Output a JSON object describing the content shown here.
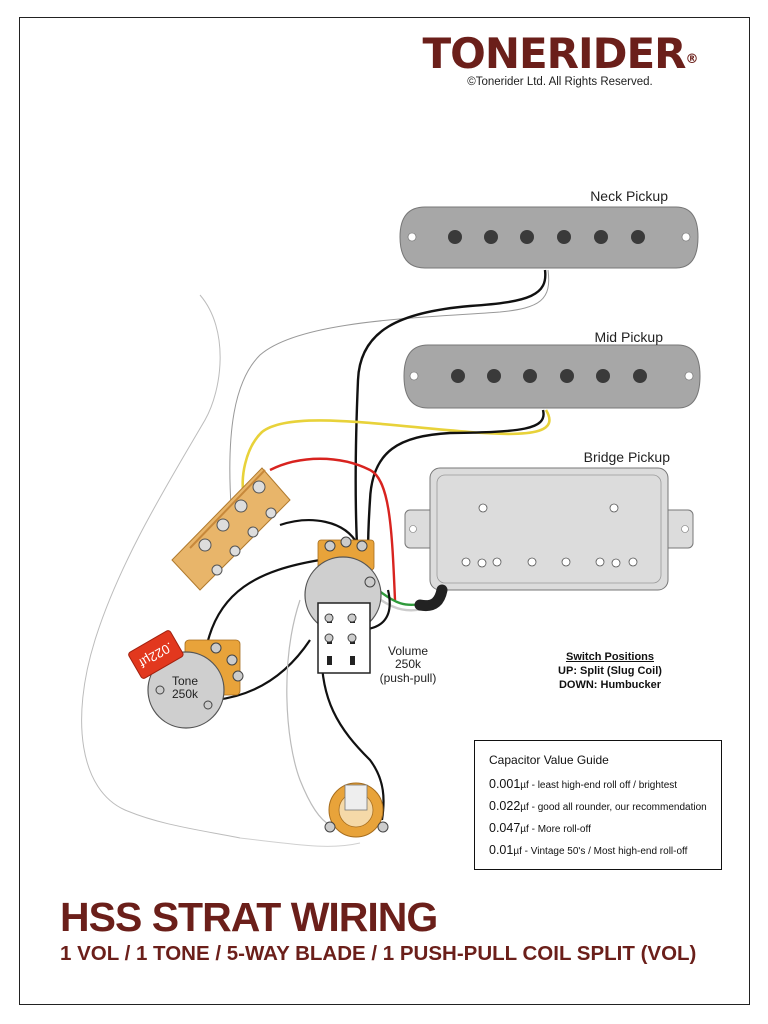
{
  "brand": {
    "name": "TONERIDER",
    "registered": "®",
    "copyright": "©Tonerider Ltd. All Rights Reserved."
  },
  "labels": {
    "neck_pickup": "Neck Pickup",
    "mid_pickup": "Mid Pickup",
    "bridge_pickup": "Bridge Pickup",
    "volume": "Volume",
    "volume_value": "250k",
    "volume_type": "(push-pull)",
    "tone": "Tone",
    "tone_value": "250k",
    "cap_label": ".022µf"
  },
  "switch_positions": {
    "heading": "Switch Positions",
    "up": "UP: Split (Slug Coil)",
    "down": "DOWN: Humbucker"
  },
  "capacitor_guide": {
    "title": "Capacitor Value Guide",
    "rows": [
      {
        "value": "0.001",
        "desc": "µf - least high-end roll off / brightest"
      },
      {
        "value": "0.022",
        "desc": "µf - good all rounder, our recommendation"
      },
      {
        "value": "0.047",
        "desc": "µf - More roll-off"
      },
      {
        "value": "0.01",
        "desc": "µf - Vintage 50's / Most high-end roll-off"
      }
    ]
  },
  "title": "HSS STRAT WIRING",
  "subtitle": "1 VOL / 1 TONE / 5-WAY BLADE / 1 PUSH-PULL COIL SPLIT (VOL)",
  "colors": {
    "brand": "#6b1f1a",
    "pickup": "#a7a7a7",
    "humbucker": "#dcdcdc",
    "pot": "#cfcfcf",
    "lug": "#e8a33a",
    "capacitor": "#e2381e",
    "wire_red": "#d8231f",
    "wire_yellow": "#e8d23a",
    "wire_green": "#2f9a3b",
    "wire_black": "#111111"
  }
}
